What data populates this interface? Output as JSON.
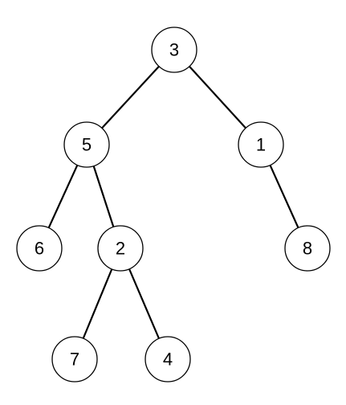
{
  "tree": {
    "nodes": [
      {
        "id": "n3",
        "label": "3"
      },
      {
        "id": "n5",
        "label": "5"
      },
      {
        "id": "n1",
        "label": "1"
      },
      {
        "id": "n6",
        "label": "6"
      },
      {
        "id": "n2",
        "label": "2"
      },
      {
        "id": "n8",
        "label": "8"
      },
      {
        "id": "n7",
        "label": "7"
      },
      {
        "id": "n4",
        "label": "4"
      }
    ],
    "edges": [
      {
        "from": "n3",
        "to": "n5"
      },
      {
        "from": "n3",
        "to": "n1"
      },
      {
        "from": "n5",
        "to": "n6"
      },
      {
        "from": "n5",
        "to": "n2"
      },
      {
        "from": "n1",
        "to": "n8"
      },
      {
        "from": "n2",
        "to": "n7"
      },
      {
        "from": "n2",
        "to": "n4"
      }
    ]
  }
}
